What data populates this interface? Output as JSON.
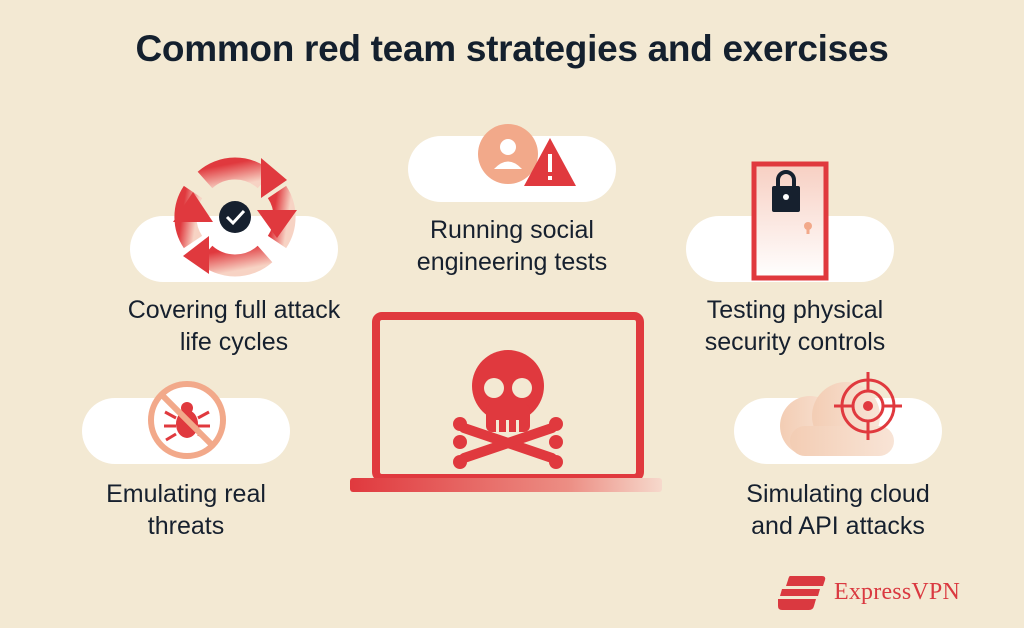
{
  "title": "Common red team strategies and exercises",
  "items": [
    {
      "line1": "Covering full attack",
      "line2": "life cycles",
      "icon": "cycle-arrows-check-icon"
    },
    {
      "line1": "Running social",
      "line2": "engineering tests",
      "icon": "user-warning-icon"
    },
    {
      "line1": "Testing physical",
      "line2": "security controls",
      "icon": "door-lock-icon"
    },
    {
      "line1": "Emulating real",
      "line2": "threats",
      "icon": "no-bug-icon"
    },
    {
      "line1": "Simulating cloud",
      "line2": "and API attacks",
      "icon": "cloud-target-icon"
    }
  ],
  "center_icon": "laptop-skull-icon",
  "brand": {
    "name": "ExpressVPN",
    "color": "#da3940"
  },
  "colors": {
    "background": "#f3e9d3",
    "accent": "#e0393e",
    "peach": "#f2a98a",
    "navy": "#16202e"
  }
}
